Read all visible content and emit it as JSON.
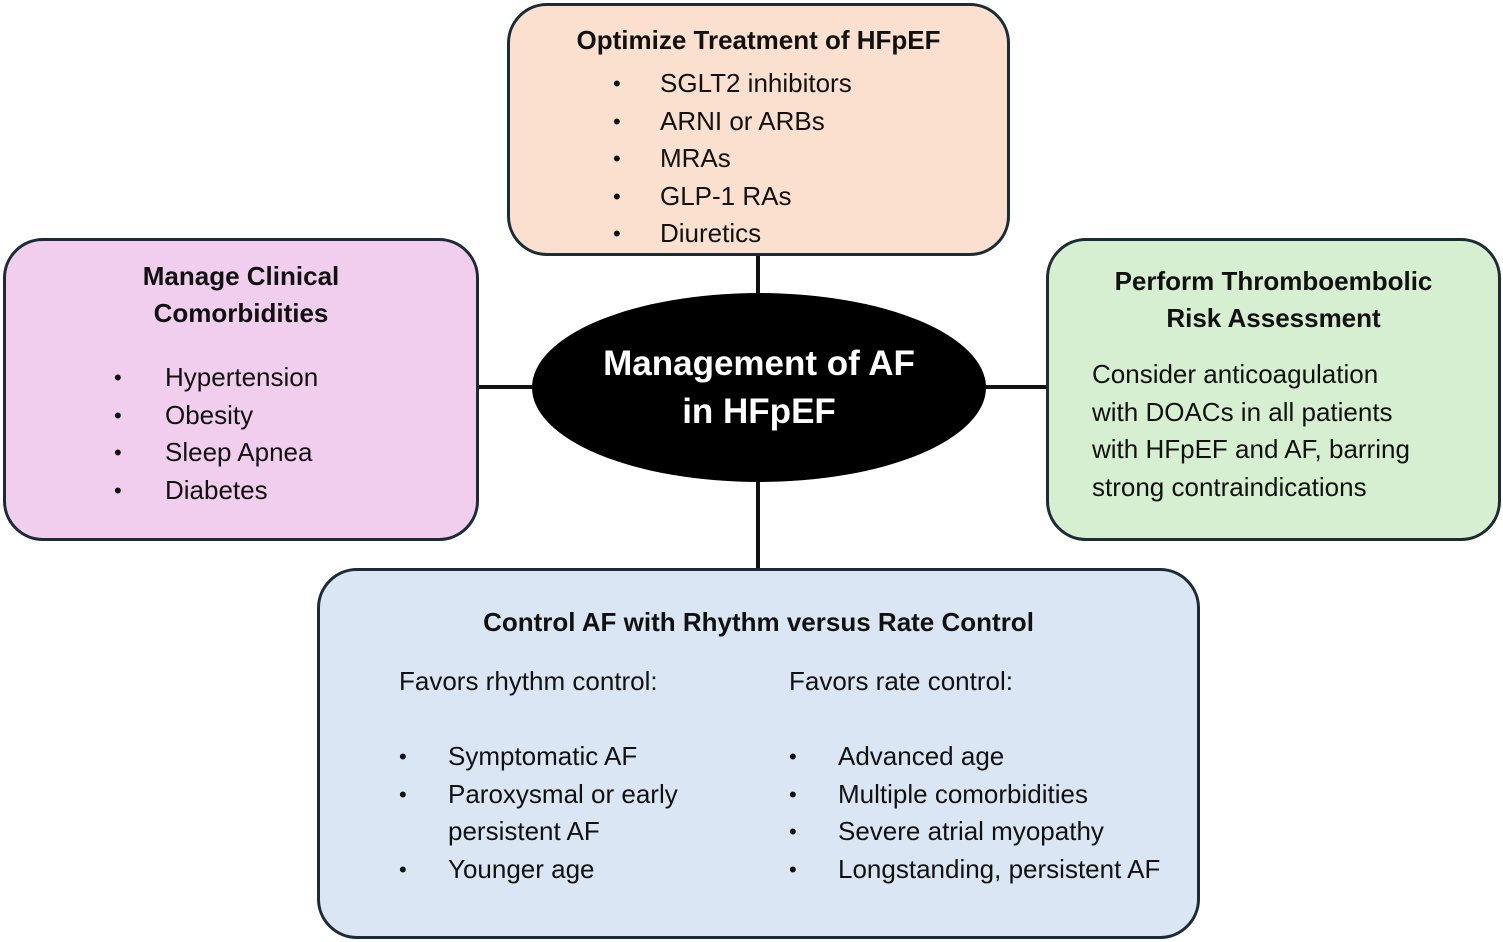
{
  "center": {
    "title_line1": "Management of AF",
    "title_line2": "in HFpEF"
  },
  "top_box": {
    "title": "Optimize Treatment of HFpEF",
    "items": [
      "SGLT2 inhibitors",
      "ARNI or ARBs",
      "MRAs",
      "GLP-1 RAs",
      "Diuretics"
    ],
    "color": "#fbe0cf"
  },
  "left_box": {
    "title_line1": "Manage Clinical",
    "title_line2": "Comorbidities",
    "items": [
      "Hypertension",
      "Obesity",
      "Sleep Apnea",
      "Diabetes"
    ],
    "color": "#f1cdee"
  },
  "right_box": {
    "title_line1": "Perform Thromboembolic",
    "title_line2": "Risk Assessment",
    "text_lines": [
      "Consider anticoagulation",
      "with DOACs in all patients",
      "with HFpEF and AF, barring",
      "strong contraindications"
    ],
    "color": "#d6efd0"
  },
  "bottom_box": {
    "title": "Control AF with Rhythm versus Rate Control",
    "rhythm": {
      "heading": "Favors rhythm control:",
      "items": [
        "Symptomatic AF",
        "Paroxysmal or early persistent AF",
        "Younger age"
      ]
    },
    "rate": {
      "heading": "Favors rate control:",
      "items": [
        "Advanced age",
        "Multiple comorbidities",
        "Severe atrial myopathy",
        "Longstanding, persistent AF"
      ]
    },
    "color": "#dbe6f4"
  },
  "bullet_glyph": "•"
}
